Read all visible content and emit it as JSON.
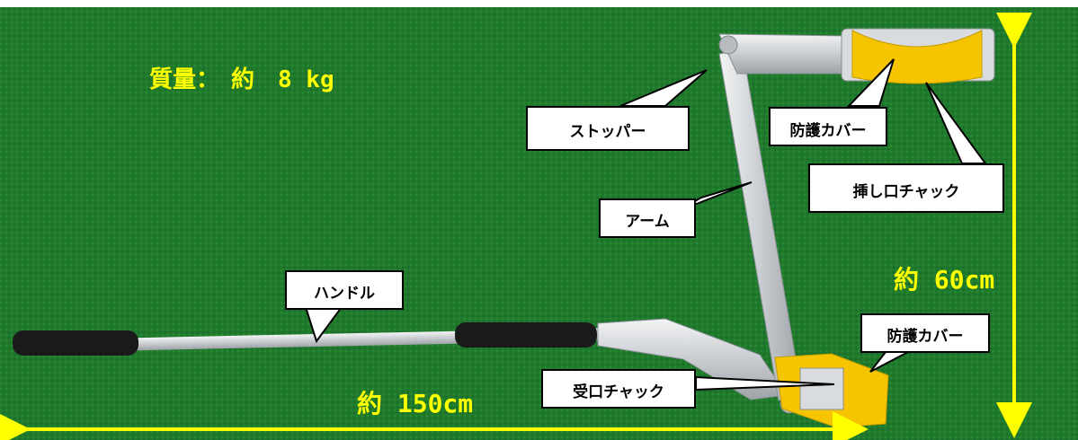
{
  "photo": {
    "weight_label": "質量：　約　8 kg",
    "width_label": "約 150cm",
    "height_label": "約 60cm",
    "callouts": {
      "stopper": "ストッパー",
      "arm": "アーム",
      "handle": "ハンドル",
      "cover_top": "防護カバー",
      "insert_chuck": "挿し口チャック",
      "cover_bottom": "防護カバー",
      "receive_chuck": "受口チャック"
    },
    "colors": {
      "turf": "#1f7a2c",
      "dimension": "#ffff00",
      "metal": "#d9dcdf",
      "grip": "#1a1a1a",
      "cover": "#f6c400"
    }
  }
}
